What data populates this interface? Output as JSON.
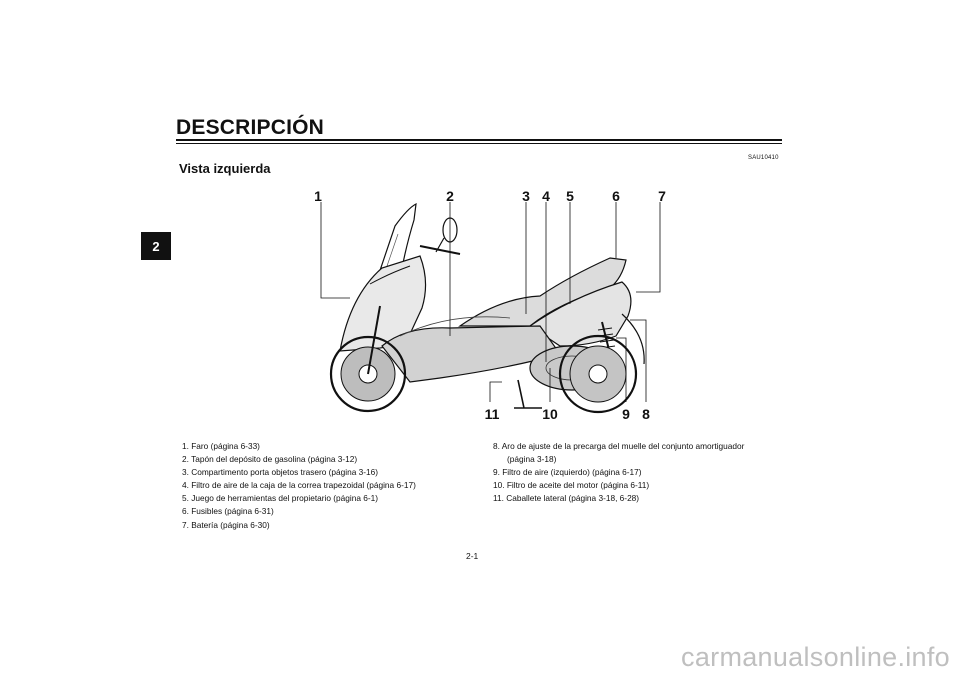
{
  "page": {
    "title": "DESCRIPCIÓN",
    "section_tab": "2",
    "doc_code": "SAU10410",
    "subtitle": "Vista izquierda",
    "page_number": "2-1",
    "watermark": "carmanualsonline.info"
  },
  "figure": {
    "callouts_top": [
      "1",
      "2",
      "3",
      "4",
      "5",
      "6",
      "7"
    ],
    "callouts_bottom": [
      "11",
      "10",
      "9",
      "8"
    ]
  },
  "legend": {
    "left": [
      "1. Faro (página 6-33)",
      "2. Tapón del depósito de gasolina (página 3-12)",
      "3. Compartimento porta objetos trasero (página 3-16)",
      "4. Filtro de aire de la caja de la correa trapezoidal (página 6-17)",
      "5. Juego de herramientas del propietario (página 6-1)",
      "6. Fusibles (página 6-31)",
      "7. Batería (página 6-30)"
    ],
    "right": [
      "8. Aro de ajuste de la precarga del muelle del conjunto amortiguador",
      "(página 3-18)",
      "9. Filtro de aire (izquierdo) (página 6-17)",
      "10. Filtro de aceite del motor (página 6-11)",
      "11. Caballete lateral (página 3-18, 6-28)"
    ]
  }
}
